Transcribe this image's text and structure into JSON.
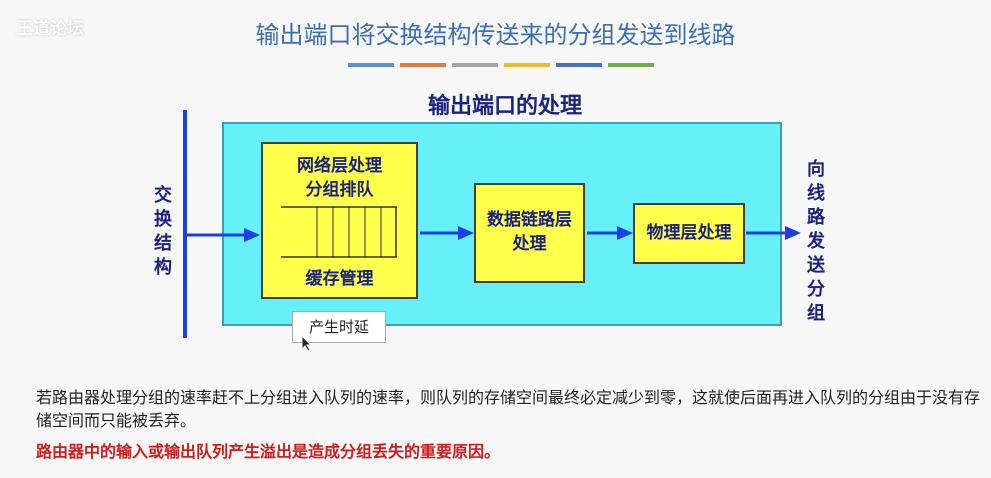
{
  "watermark": "王道论坛",
  "title": "输出端口将交换结构传送来的分组发送到线路",
  "colorbar_colors": [
    "#5b8fce",
    "#e07b39",
    "#a5a5a5",
    "#f2b928",
    "#4a72c2",
    "#70ad47"
  ],
  "diagram": {
    "heading": "输出端口的处理",
    "left_label": [
      "交",
      "换",
      "结",
      "构"
    ],
    "right_label": [
      "向",
      "线",
      "路",
      "发",
      "送",
      "分",
      "组"
    ],
    "box1": {
      "line1": "网络层处理",
      "line2": "分组排队",
      "bottom": "缓存管理"
    },
    "box2": {
      "line1": "数据链路层",
      "line2": "处理"
    },
    "box3": {
      "label": "物理层处理"
    },
    "tooltip": "产生时延"
  },
  "colors": {
    "panel": "#66f0f8",
    "box": "#ffff4c",
    "arrow": "#1f3fe6",
    "text": "#1a237e",
    "emphasis": "#d01c1c"
  },
  "text": {
    "paragraph": "若路由器处理分组的速率赶不上分组进入队列的速率，则队列的存储空间最终必定减少到零，这就使后面再进入队列的分组由于没有存储空间而只能被丢弃。",
    "emphasis": "路由器中的输入或输出队列产生溢出是造成分组丢失的重要原因。"
  }
}
